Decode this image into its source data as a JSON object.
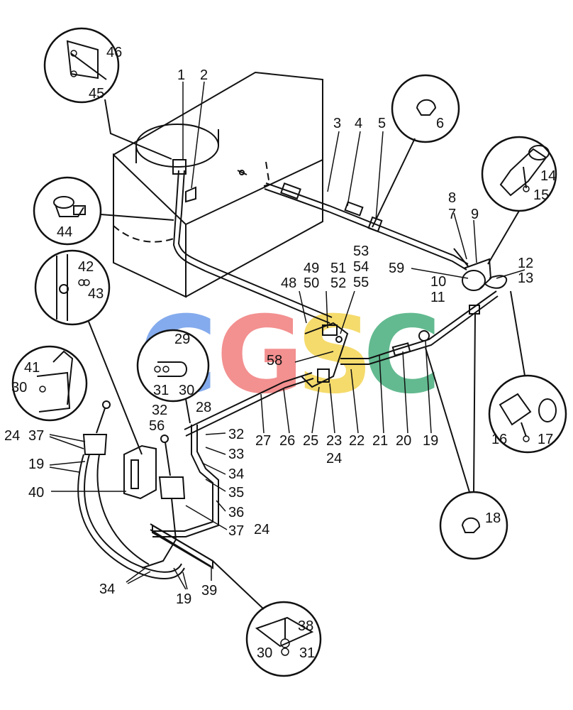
{
  "watermark": {
    "letters": [
      "C",
      "G",
      "S",
      "C"
    ],
    "colors": [
      "#5b8fe8",
      "#ef6b6b",
      "#f2cf3b",
      "#2fa36b"
    ]
  },
  "labels": {
    "n1": "1",
    "n2": "2",
    "n3": "3",
    "n4": "4",
    "n5": "5",
    "n6": "6",
    "n7": "7",
    "n8": "8",
    "n9": "9",
    "n10": "10",
    "n11": "11",
    "n12": "12",
    "n13": "13",
    "n14": "14",
    "n15": "15",
    "n16": "16",
    "n17": "17",
    "n18": "18",
    "n19a": "19",
    "n19b": "19",
    "n19c": "19",
    "n20": "20",
    "n21": "21",
    "n22": "22",
    "n23": "23",
    "n24a": "24",
    "n24b": "24",
    "n24c": "24",
    "n25": "25",
    "n26": "26",
    "n27": "27",
    "n28": "28",
    "n29": "29",
    "n30a": "30",
    "n30b": "30",
    "n30c": "30",
    "n31a": "31",
    "n31b": "31",
    "n32a": "32",
    "n32b": "32",
    "n33": "33",
    "n34a": "34",
    "n34b": "34",
    "n35": "35",
    "n36": "36",
    "n37a": "37",
    "n37b": "37",
    "n38": "38",
    "n39": "39",
    "n40": "40",
    "n41": "41",
    "n42": "42",
    "n43": "43",
    "n44": "44",
    "n45": "45",
    "n46": "46",
    "n48": "48",
    "n49": "49",
    "n50": "50",
    "n51": "51",
    "n52": "52",
    "n53": "53",
    "n54": "54",
    "n55": "55",
    "n56": "56",
    "n58": "58",
    "n59": "59"
  }
}
